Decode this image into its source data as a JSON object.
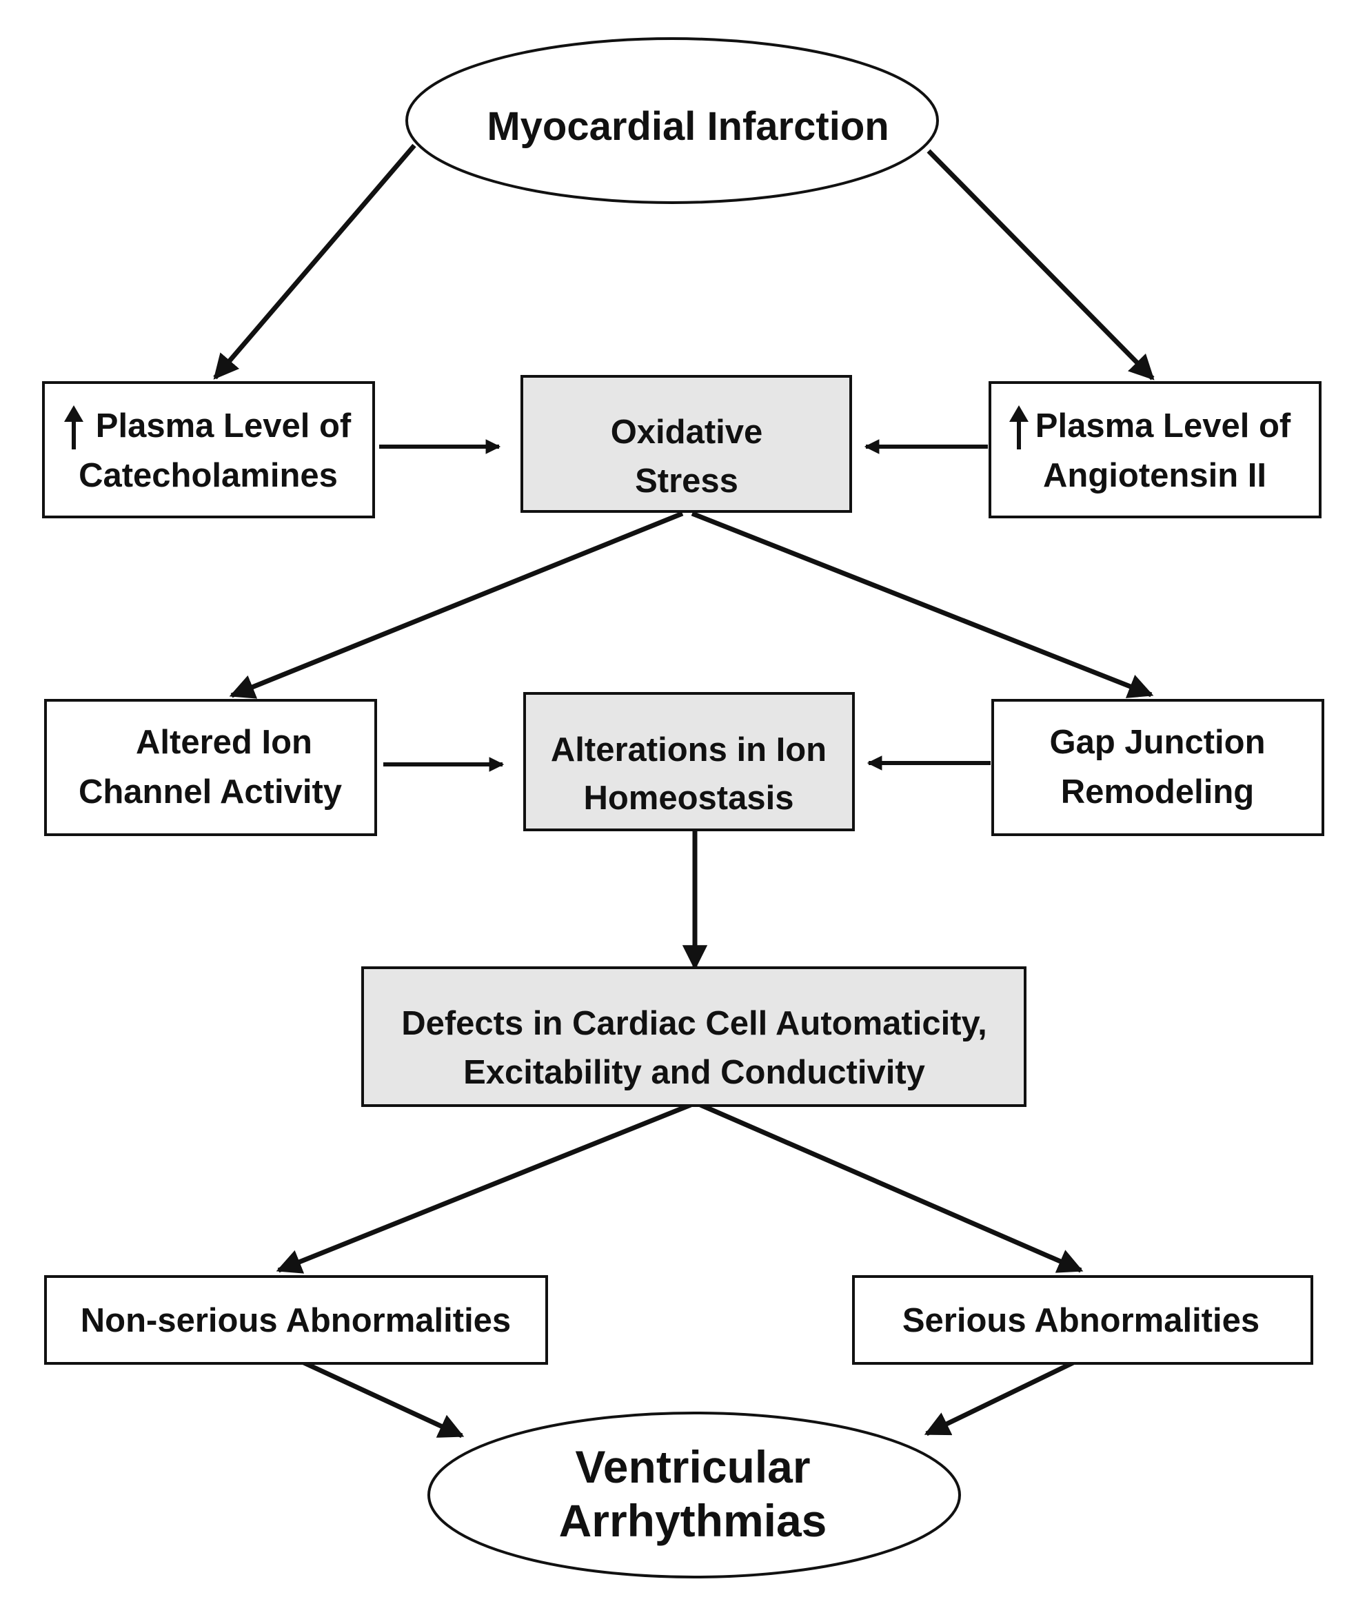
{
  "nodes": {
    "myocardial_infarction": {
      "lines": [
        "Myocardial Infarction"
      ]
    },
    "catecholamines": {
      "lines": [
        "Plasma Level of",
        "Catecholamines"
      ]
    },
    "oxidative_stress": {
      "lines": [
        "Oxidative",
        "Stress"
      ]
    },
    "angiotensin": {
      "lines": [
        "Plasma Level of",
        "Angiotensin II"
      ]
    },
    "altered_ion_channel": {
      "lines": [
        "Altered Ion",
        "Channel Activity"
      ]
    },
    "ion_homeostasis": {
      "lines": [
        "Alterations in Ion",
        "Homeostasis"
      ]
    },
    "gap_junction": {
      "lines": [
        "Gap Junction",
        "Remodeling"
      ]
    },
    "cardiac_defects": {
      "lines": [
        "Defects in Cardiac Cell Automaticity,",
        "Excitability and Conductivity"
      ]
    },
    "non_serious": {
      "lines": [
        "Non-serious Abnormalities"
      ]
    },
    "serious": {
      "lines": [
        "Serious Abnormalities"
      ]
    },
    "ventricular_arrhythmias": {
      "lines": [
        "Ventricular",
        "Arrhythmias"
      ]
    }
  },
  "colors": {
    "stroke": "#111111",
    "highlight_fill": "#e6e6e6",
    "plain_fill": "#ffffff"
  },
  "icons": {
    "increase_indicator": "up-arrow-icon"
  }
}
